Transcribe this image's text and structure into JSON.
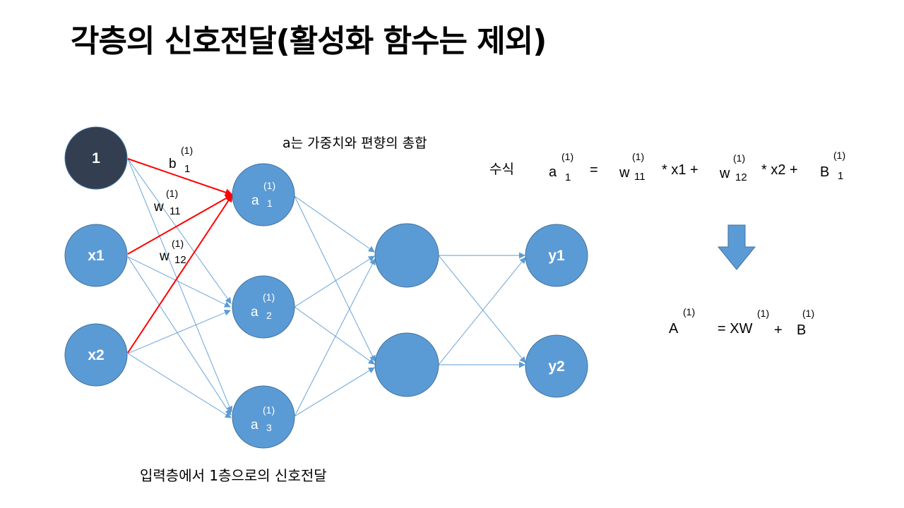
{
  "title": "각층의 신호전달(활성화 함수는 제외)",
  "nodes": {
    "bias": "1",
    "x1": "x1",
    "x2": "x2",
    "a_base": "a",
    "a1_sub": "1",
    "a2_sub": "2",
    "a3_sub": "3",
    "layer_sup": "(1)",
    "y1": "y1",
    "y2": "y2"
  },
  "edge_labels": {
    "b": "b",
    "b_sub": "1",
    "w": "w",
    "w11_sub": "11",
    "w12_sub": "12",
    "sup": "(1)"
  },
  "notes": {
    "sum_note": "a는 가중치와 편향의 총합",
    "formula_label": "수식",
    "caption": "입력층에서 1층으로의 신호전달"
  },
  "formula": {
    "a": "a",
    "a_sub": "1",
    "equals": "=",
    "w": "w",
    "w11_sub": "11",
    "times_x1_plus": "* x1 +",
    "w12_sub": "12",
    "times_x2_plus": "* x2 +",
    "B": "B",
    "B_sub": "1",
    "sup": "(1)"
  },
  "matrix_formula": {
    "A": "A",
    "eq_XW": "= XW",
    "plus": "+",
    "B": "B",
    "sup": "(1)"
  },
  "colors": {
    "node_fill": "#5B9BD5",
    "node_stroke": "#41719C",
    "bias_fill": "#333F50",
    "edge": "#5B9BD5",
    "highlight_edge": "#FF0000",
    "arrow_fill": "#5B9BD5"
  }
}
